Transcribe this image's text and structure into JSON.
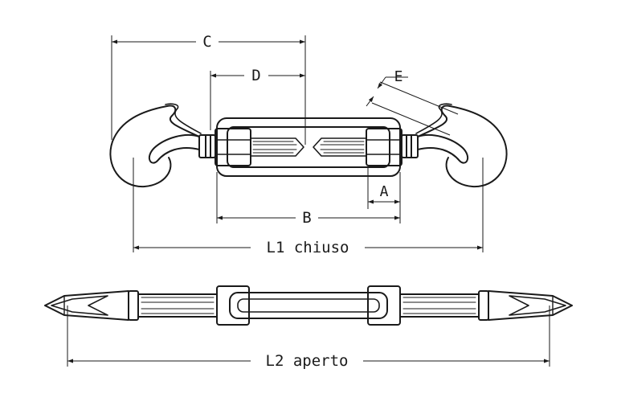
{
  "dimensions": {
    "c": "C",
    "d": "D",
    "e": "E",
    "a": "A",
    "b": "B",
    "l1": "L1 chiuso",
    "l2": "L2 aperto"
  }
}
